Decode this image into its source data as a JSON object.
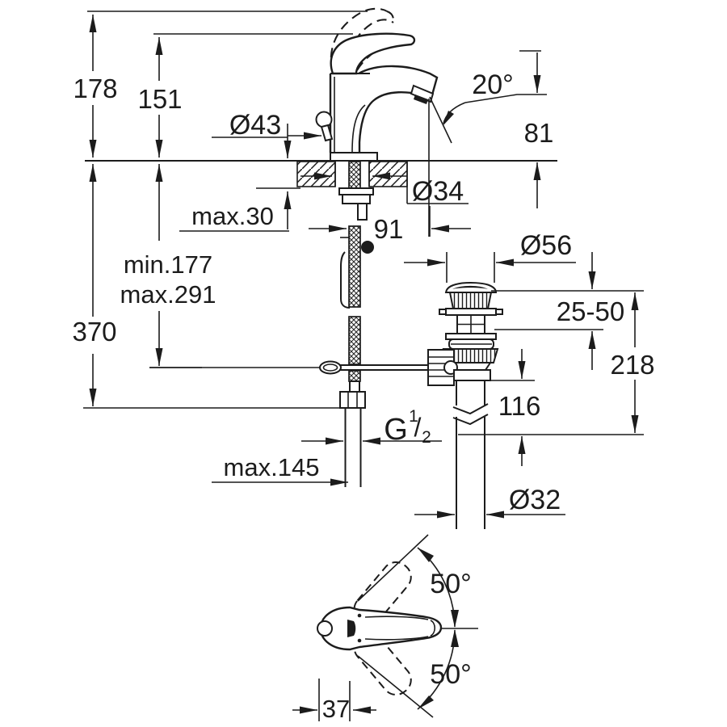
{
  "dims": {
    "d178": "178",
    "d151": "151",
    "d43": "Ø43",
    "d20": "20°",
    "d81": "81",
    "d34": "Ø34",
    "max30": "max.30",
    "d91": "91",
    "min177": "min.177",
    "max291": "max.291",
    "d370": "370",
    "d56": "Ø56",
    "d2550": "25-50",
    "d218": "218",
    "d116": "116",
    "g_thread": "G",
    "g_num": "1",
    "g_slash": "/",
    "g_den": "2",
    "max145": "max.145",
    "d32": "Ø32",
    "d50_upper": "50°",
    "d50_lower": "50°",
    "d37": "37"
  },
  "colors": {
    "line": "#1c1c1c",
    "background": "#ffffff"
  }
}
